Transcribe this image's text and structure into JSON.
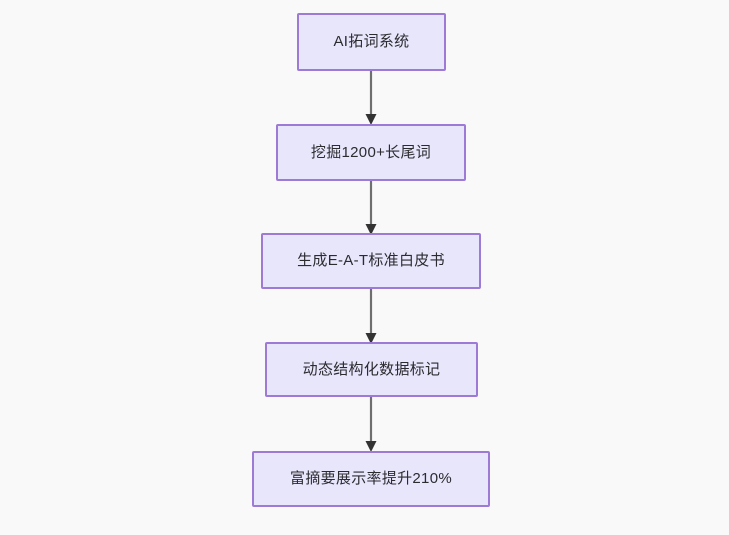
{
  "diagram": {
    "type": "flowchart",
    "direction": "top-to-bottom",
    "background_color": "#f9f9f9",
    "node_fill_color": "#e8e6fb",
    "node_border_color": "#9d7ad6",
    "node_text_color": "#2b2b30",
    "edge_color": "#6f6f6f",
    "nodes": [
      {
        "id": "n1",
        "label": "AI拓词系统"
      },
      {
        "id": "n2",
        "label": "挖掘1200+长尾词"
      },
      {
        "id": "n3",
        "label": "生成E-A-T标准白皮书"
      },
      {
        "id": "n4",
        "label": "动态结构化数据标记"
      },
      {
        "id": "n5",
        "label": "富摘要展示率提升210%"
      }
    ],
    "edges": [
      {
        "id": "e1",
        "from": "n1",
        "to": "n2",
        "label": ""
      },
      {
        "id": "e2",
        "from": "n2",
        "to": "n3",
        "label": ""
      },
      {
        "id": "e3",
        "from": "n3",
        "to": "n4",
        "label": ""
      },
      {
        "id": "e4",
        "from": "n4",
        "to": "n5",
        "label": ""
      }
    ]
  }
}
